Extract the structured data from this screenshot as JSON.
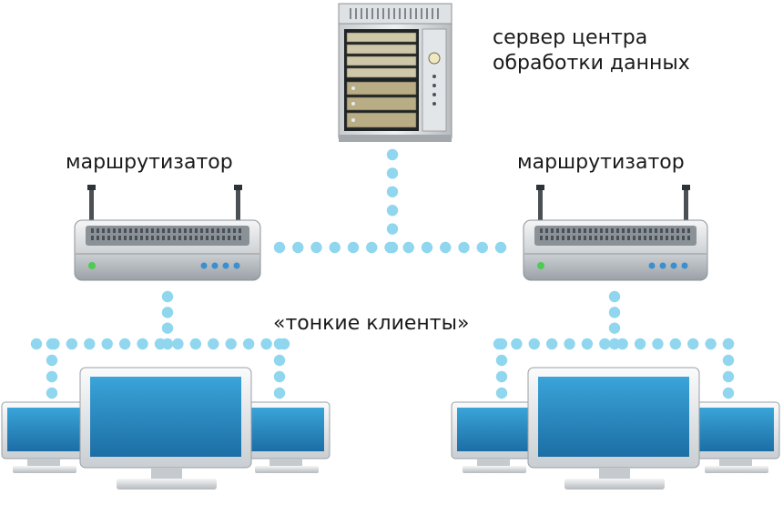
{
  "labels": {
    "server_line1": "сервер центра",
    "server_line2": "обработки данных",
    "router_left": "маршрутизатор",
    "router_right": "маршрутизатор",
    "clients": "«тонкие клиенты»"
  },
  "colors": {
    "link_dots": "#8fd6ee",
    "screen": "#2a8fc7",
    "screen_dark": "#1b6fa3",
    "device_body": "#d9dcde",
    "text": "#1a1a1a"
  },
  "icons": {
    "server": "server-rack-icon",
    "router": "router-icon",
    "monitor": "monitor-icon"
  }
}
